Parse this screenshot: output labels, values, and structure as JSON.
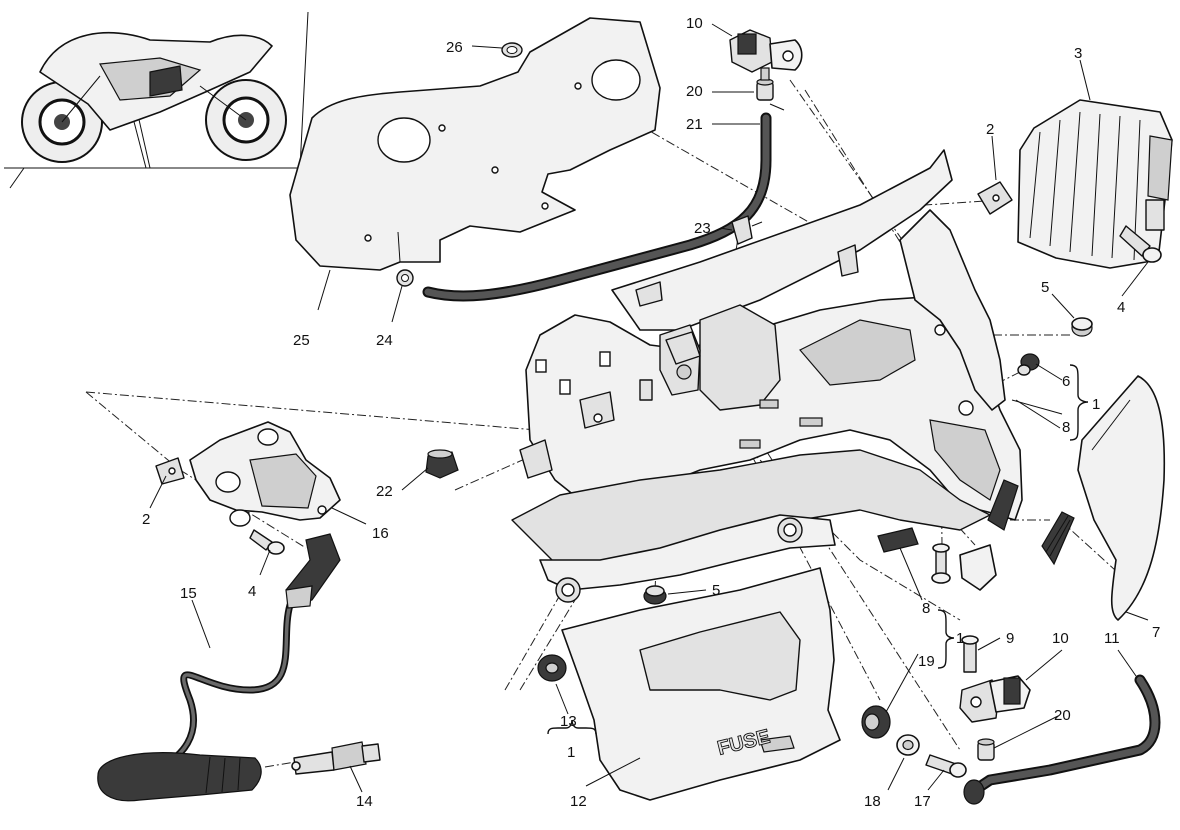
{
  "callouts": [
    {
      "id": "c26",
      "text": "26"
    },
    {
      "id": "c10a",
      "text": "10"
    },
    {
      "id": "c20a",
      "text": "20"
    },
    {
      "id": "c21",
      "text": "21"
    },
    {
      "id": "c3",
      "text": "3"
    },
    {
      "id": "c2a",
      "text": "2"
    },
    {
      "id": "c23",
      "text": "23"
    },
    {
      "id": "c25",
      "text": "25"
    },
    {
      "id": "c24",
      "text": "24"
    },
    {
      "id": "c5a",
      "text": "5"
    },
    {
      "id": "c4a",
      "text": "4"
    },
    {
      "id": "c6",
      "text": "6"
    },
    {
      "id": "c1a",
      "text": "1"
    },
    {
      "id": "c8a",
      "text": "8"
    },
    {
      "id": "c22",
      "text": "22"
    },
    {
      "id": "c2b",
      "text": "2"
    },
    {
      "id": "c16",
      "text": "16"
    },
    {
      "id": "c4b",
      "text": "4"
    },
    {
      "id": "c15",
      "text": "15"
    },
    {
      "id": "c5b",
      "text": "5"
    },
    {
      "id": "c8b",
      "text": "8"
    },
    {
      "id": "c1b",
      "text": "1"
    },
    {
      "id": "c19",
      "text": "19"
    },
    {
      "id": "c9",
      "text": "9"
    },
    {
      "id": "c10b",
      "text": "10"
    },
    {
      "id": "c11",
      "text": "11"
    },
    {
      "id": "c7",
      "text": "7"
    },
    {
      "id": "c20b",
      "text": "20"
    },
    {
      "id": "c13",
      "text": "13"
    },
    {
      "id": "c1c",
      "text": "1"
    },
    {
      "id": "c12",
      "text": "12"
    },
    {
      "id": "c14",
      "text": "14"
    },
    {
      "id": "c18",
      "text": "18"
    },
    {
      "id": "c17",
      "text": "17"
    }
  ],
  "cover_label": "FUSE"
}
